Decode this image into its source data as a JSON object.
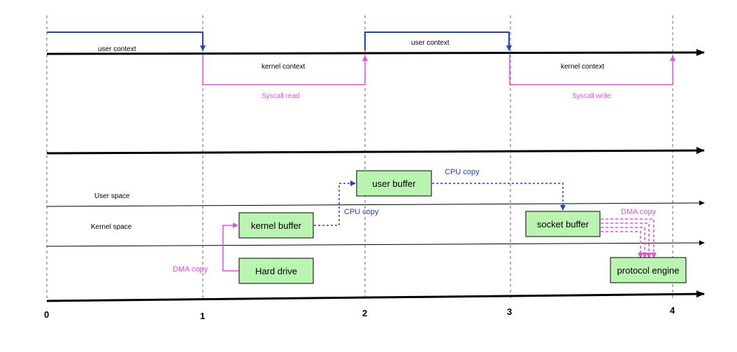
{
  "colors": {
    "user_context_line": "#1f3fd6",
    "kernel_context_line": "#f04bd6",
    "dma": "#f04bd6",
    "cpu_copy": "#1f3fd6",
    "box_fill": "#b9f4b0",
    "box_stroke": "#000000",
    "axis": "#000000",
    "guide": "#555555"
  },
  "timeline": {
    "ticks": [
      "0",
      "1",
      "2",
      "3",
      "4"
    ]
  },
  "context": {
    "user_context_label_1": "user context",
    "user_context_label_2": "user context",
    "kernel_context_label_1": "kernel context",
    "kernel_context_label_2": "kernel context",
    "syscall_read": "Syscall read",
    "syscall_write": "Syscall write"
  },
  "spaces": {
    "user_space": "User space",
    "kernel_space": "Kernel space"
  },
  "boxes": {
    "user_buffer": "user buffer",
    "kernel_buffer": "kernel buffer",
    "hard_drive": "Hard drive",
    "socket_buffer": "socket buffer",
    "protocol_engine": "protocol engine"
  },
  "copies": {
    "cpu_copy_1": "CPU copy",
    "cpu_copy_2": "CPU copy",
    "dma_copy_1": "DMA copy",
    "dma_copy_2": "DMA copy"
  }
}
